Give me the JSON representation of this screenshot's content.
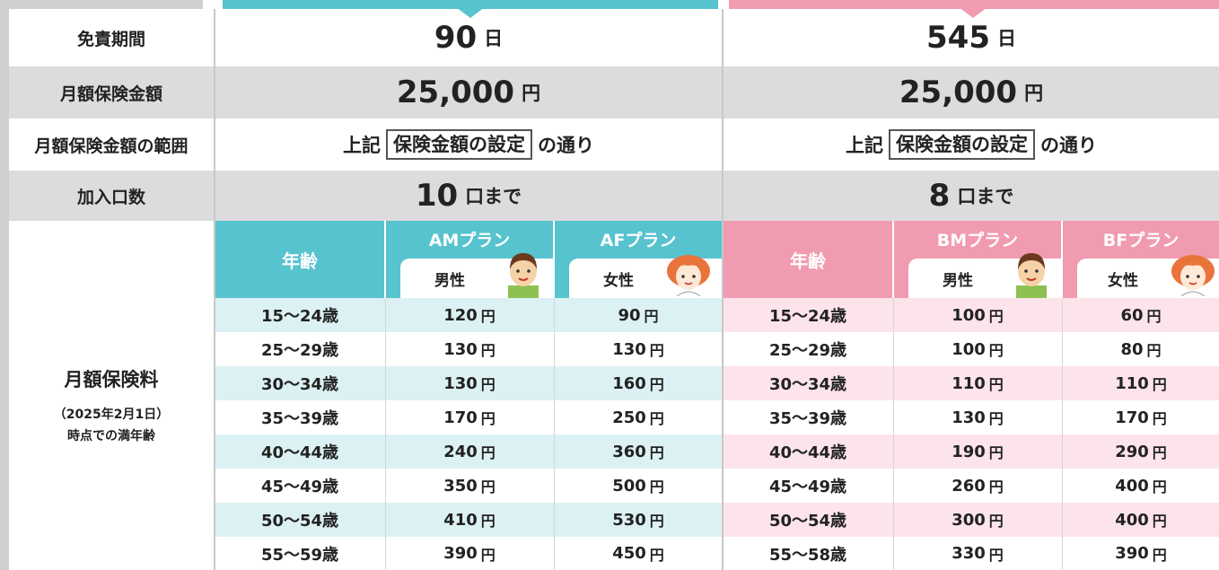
{
  "rows": {
    "waiting_period": {
      "label": "免責期間",
      "a_value": "90",
      "b_value": "545",
      "unit": "日"
    },
    "monthly_amount": {
      "label": "月額保険金額",
      "a_value": "25,000",
      "b_value": "25,000",
      "unit": "円"
    },
    "amount_range": {
      "label": "月額保険金額の範囲",
      "prefix": "上記",
      "boxed": "保険金額の設定",
      "suffix": "の通り"
    },
    "units": {
      "label": "加入口数",
      "a_value": "10",
      "b_value": "8",
      "unit": "口まで"
    }
  },
  "premium": {
    "label": "月額保険料",
    "note_line1": "（2025年2月1日）",
    "note_line2": "時点での満年齢",
    "age_header": "年齢",
    "plans": {
      "am": {
        "title": "AMプラン",
        "gender": "男性"
      },
      "af": {
        "title": "AFプラン",
        "gender": "女性"
      },
      "bm": {
        "title": "BMプラン",
        "gender": "男性"
      },
      "bf": {
        "title": "BFプラン",
        "gender": "女性"
      }
    },
    "yen": "円",
    "a_rows": [
      {
        "age": "15～24歳",
        "am": "120",
        "af": "90"
      },
      {
        "age": "25～29歳",
        "am": "130",
        "af": "130"
      },
      {
        "age": "30～34歳",
        "am": "130",
        "af": "160"
      },
      {
        "age": "35～39歳",
        "am": "170",
        "af": "250"
      },
      {
        "age": "40～44歳",
        "am": "240",
        "af": "360"
      },
      {
        "age": "45～49歳",
        "am": "350",
        "af": "500"
      },
      {
        "age": "50～54歳",
        "am": "410",
        "af": "530"
      },
      {
        "age": "55～59歳",
        "am": "390",
        "af": "450"
      }
    ],
    "b_rows": [
      {
        "age": "15～24歳",
        "bm": "100",
        "bf": "60"
      },
      {
        "age": "25～29歳",
        "bm": "100",
        "bf": "80"
      },
      {
        "age": "30～34歳",
        "bm": "110",
        "bf": "110"
      },
      {
        "age": "35～39歳",
        "bm": "130",
        "bf": "170"
      },
      {
        "age": "40～44歳",
        "bm": "190",
        "bf": "290"
      },
      {
        "age": "45～49歳",
        "bm": "260",
        "bf": "400"
      },
      {
        "age": "50～54歳",
        "bm": "300",
        "bf": "400"
      },
      {
        "age": "55～58歳",
        "bm": "330",
        "bf": "390"
      }
    ]
  },
  "colors": {
    "plan_a": "#56c3cf",
    "plan_b": "#f19bb0",
    "plan_a_light": "#dcf1f3",
    "plan_b_light": "#fde3ea",
    "gray": "#dcdcde"
  }
}
